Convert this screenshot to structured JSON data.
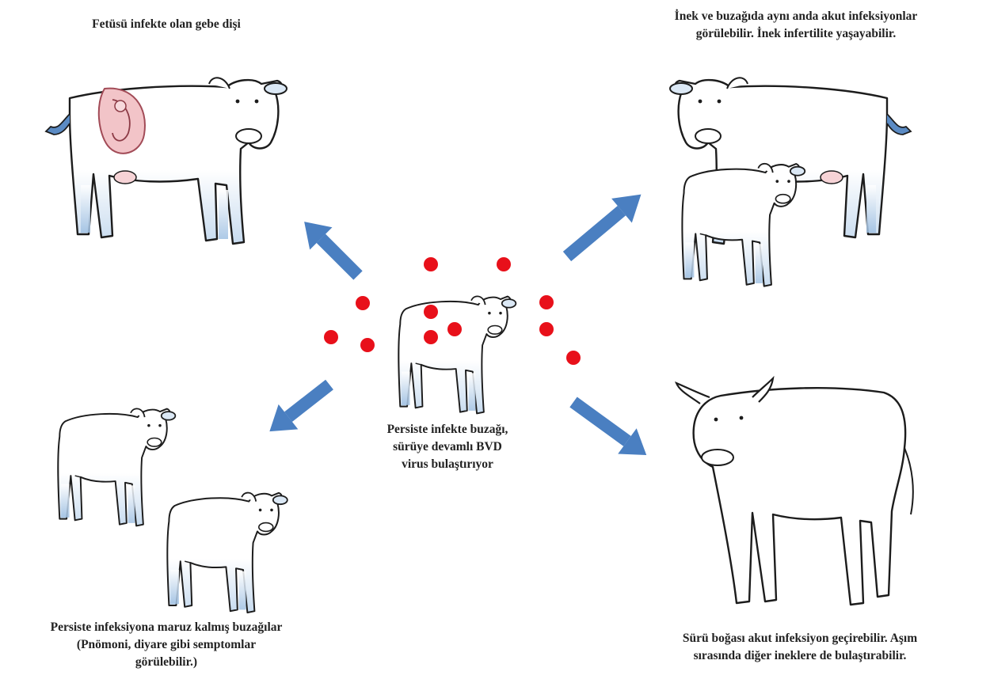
{
  "captions": {
    "top_left": [
      "Fetüsü infekte olan gebe dişi"
    ],
    "top_right": [
      "İnek ve buzağıda aynı anda akut infeksiyonlar",
      "görülebilir. İnek infertilite yaşayabilir."
    ],
    "center": [
      "Persiste infekte buzağı,",
      "sürüye devamlı BVD",
      "virus bulaştırıyor"
    ],
    "bottom_left": [
      "Persiste infeksiyona maruz kalmış buzağılar",
      "(Pnömoni, diyare gibi semptomlar",
      "görülebilir.)"
    ],
    "bottom_right": [
      "Sürü boğası akut infeksiyon geçirebilir. Aşım",
      "sırasında diğer ineklere de bulaştırabilir."
    ]
  },
  "colors": {
    "arrow": "#4a7fc1",
    "virus_dot": "#e8101a",
    "outline": "#1c1c1c",
    "shade": "#bcd3ea",
    "fetus": "#f2c4c8"
  },
  "icons": [
    "pregnant-cow-icon",
    "cow-icon",
    "calf-icon",
    "bull-icon",
    "virus-dot-icon",
    "arrow-icon"
  ]
}
